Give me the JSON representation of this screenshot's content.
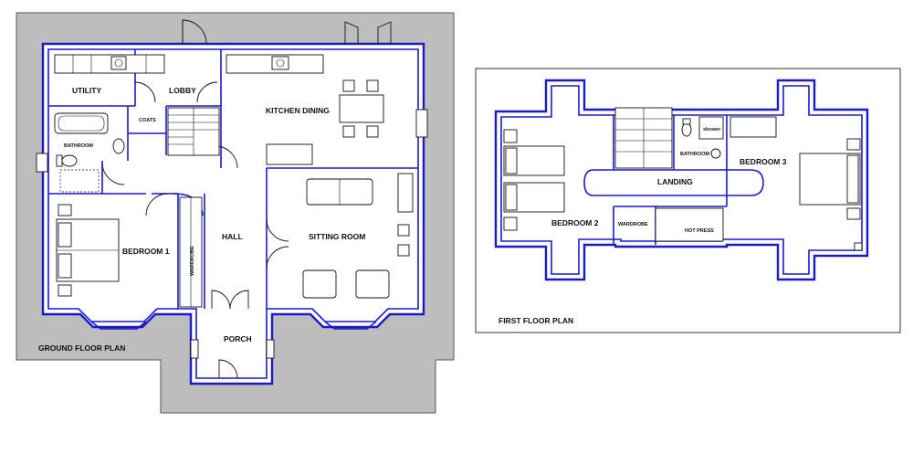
{
  "ground_floor": {
    "title": "GROUND FLOOR PLAN",
    "rooms": {
      "utility": "UTILITY",
      "lobby": "LOBBY",
      "kitchen_dining": "KITCHEN DINING",
      "coats": "COATS",
      "bathroom": "BATHROOM",
      "bedroom1": "BEDROOM 1",
      "hall": "HALL",
      "sitting_room": "SITTING ROOM",
      "wardrobe": "WARDROBE",
      "porch": "PORCH"
    }
  },
  "first_floor": {
    "title": "FIRST FLOOR PLAN",
    "rooms": {
      "shower": "shower",
      "bathroom": "BATHROOM",
      "bedroom3": "BEDROOM 3",
      "landing": "LANDING",
      "bedroom2": "BEDROOM 2",
      "wardrobe": "WARDROBE",
      "hot_press": "HOT PRESS"
    }
  }
}
